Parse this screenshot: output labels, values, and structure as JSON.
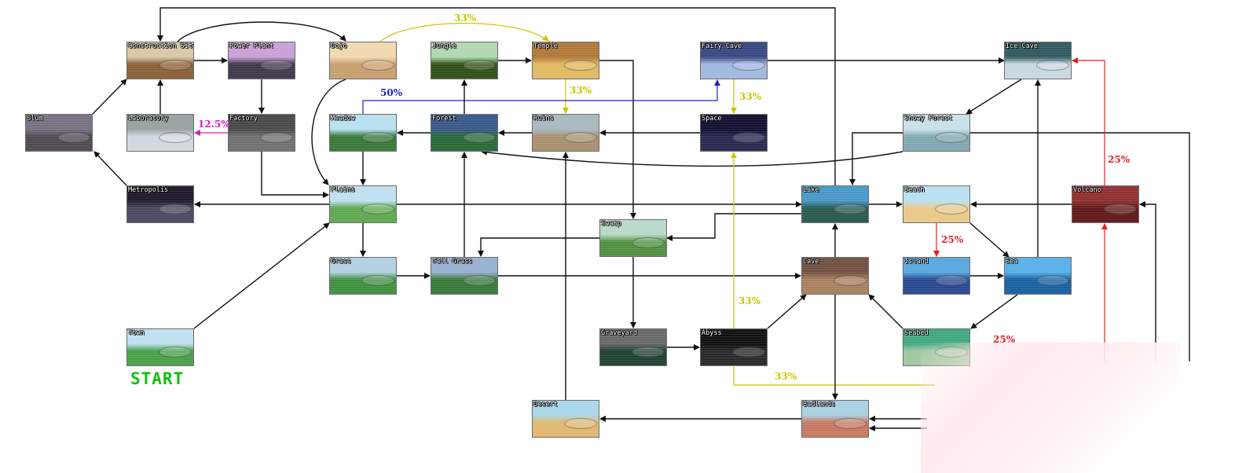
{
  "diagram": {
    "start_label": "START",
    "nodes": [
      {
        "id": "construction",
        "label": "Construction Site",
        "top": "#d8c8a8",
        "bot": "#8a6038"
      },
      {
        "id": "powerplant",
        "label": "Power Plant",
        "top": "#c8a0d8",
        "bot": "#403848"
      },
      {
        "id": "dojo",
        "label": "Dojo",
        "top": "#f0d8b0",
        "bot": "#c8a070"
      },
      {
        "id": "jungle",
        "label": "Jungle",
        "top": "#b0d8b0",
        "bot": "#305018"
      },
      {
        "id": "temple",
        "label": "Temple",
        "top": "#b07838",
        "bot": "#e0b860"
      },
      {
        "id": "fairycave",
        "label": "Fairy Cave",
        "top": "#384880",
        "bot": "#a0b8e0"
      },
      {
        "id": "icecave",
        "label": "Ice Cave",
        "top": "#305860",
        "bot": "#c8d8e0"
      },
      {
        "id": "slum",
        "label": "Slum",
        "top": "#787080",
        "bot": "#504850"
      },
      {
        "id": "laboratory",
        "label": "Laboratory",
        "top": "#98a0a0",
        "bot": "#d0d8e0"
      },
      {
        "id": "factory",
        "label": "Factory",
        "top": "#484848",
        "bot": "#707070"
      },
      {
        "id": "meadow",
        "label": "Meadow",
        "top": "#b8e0f0",
        "bot": "#387838"
      },
      {
        "id": "forest",
        "label": "Forest",
        "top": "#385888",
        "bot": "#286838"
      },
      {
        "id": "ruins",
        "label": "Ruins",
        "top": "#a8b8c0",
        "bot": "#a89070"
      },
      {
        "id": "space",
        "label": "Space",
        "top": "#101030",
        "bot": "#282850"
      },
      {
        "id": "snowyforest",
        "label": "Snowy Forest",
        "top": "#c8e0e8",
        "bot": "#80a8b0"
      },
      {
        "id": "metropolis",
        "label": "Metropolis",
        "top": "#201828",
        "bot": "#484860"
      },
      {
        "id": "plains",
        "label": "Plains",
        "top": "#c0e0f0",
        "bot": "#60a850"
      },
      {
        "id": "lake",
        "label": "Lake",
        "top": "#4898c8",
        "bot": "#285850"
      },
      {
        "id": "beach",
        "label": "Beach",
        "top": "#b8e0f0",
        "bot": "#e8c888"
      },
      {
        "id": "volcano",
        "label": "Volcano",
        "top": "#903030",
        "bot": "#601818"
      },
      {
        "id": "swamp",
        "label": "Swamp",
        "top": "#b8d8c8",
        "bot": "#509040"
      },
      {
        "id": "grass",
        "label": "Grass",
        "top": "#b0d0e0",
        "bot": "#409040"
      },
      {
        "id": "tallgrass",
        "label": "Tall Grass",
        "top": "#98b0d0",
        "bot": "#387838"
      },
      {
        "id": "cave",
        "label": "Cave",
        "top": "#705040",
        "bot": "#a88060"
      },
      {
        "id": "island",
        "label": "Island",
        "top": "#58a8e0",
        "bot": "#284890"
      },
      {
        "id": "sea",
        "label": "Sea",
        "top": "#58b0e8",
        "bot": "#1860a0"
      },
      {
        "id": "town",
        "label": "Town",
        "top": "#c0e0f0",
        "bot": "#48a048"
      },
      {
        "id": "graveyard",
        "label": "Graveyard",
        "top": "#686868",
        "bot": "#204030"
      },
      {
        "id": "abyss",
        "label": "Abyss",
        "top": "#101010",
        "bot": "#282828"
      },
      {
        "id": "seabed",
        "label": "Seabed",
        "top": "#40a880",
        "bot": "#a0c8a0"
      },
      {
        "id": "desert",
        "label": "Desert",
        "top": "#a8d8e8",
        "bot": "#e0b870"
      },
      {
        "id": "badlands",
        "label": "Badlands",
        "top": "#a8d0e0",
        "bot": "#c87860"
      }
    ],
    "edge_labels": [
      {
        "id": "temple-33",
        "text": "33%",
        "color": "#c8c800"
      },
      {
        "id": "temple-ruins-33",
        "text": "33%",
        "color": "#c8c800"
      },
      {
        "id": "space-33",
        "text": "33%",
        "color": "#c8c800"
      },
      {
        "id": "abyss-33",
        "text": "33%",
        "color": "#c8c800"
      },
      {
        "id": "bottom-33",
        "text": "33%",
        "color": "#c8c800"
      },
      {
        "id": "factory-12",
        "text": "12.5%",
        "color": "#d020c0"
      },
      {
        "id": "meadow-50",
        "text": "50%",
        "color": "#2020c0"
      },
      {
        "id": "volcano-25",
        "text": "25%",
        "color": "#e02020"
      },
      {
        "id": "beach-25",
        "text": "25%",
        "color": "#e02020"
      },
      {
        "id": "seabed-25",
        "text": "25%",
        "color": "#e02020"
      }
    ],
    "colors": {
      "black": "#111111",
      "yellow": "#c8c800",
      "red": "#e02020",
      "blue": "#2020c0",
      "magenta": "#d020c0"
    }
  }
}
